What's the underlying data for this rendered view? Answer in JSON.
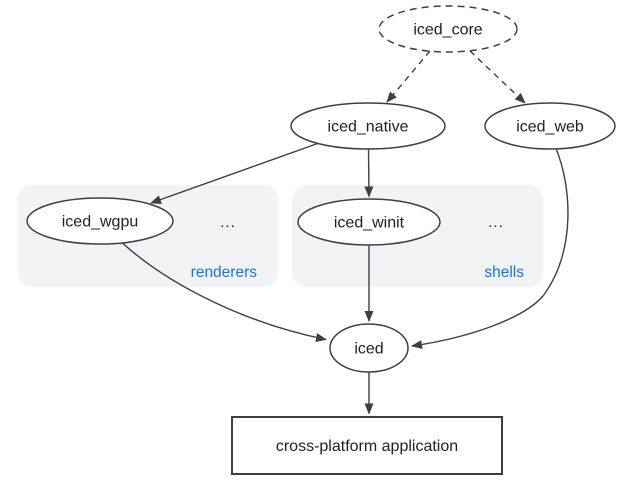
{
  "diagram": {
    "nodes": {
      "iced_core": {
        "label": "iced_core",
        "shape": "ellipse",
        "border": "dashed"
      },
      "iced_native": {
        "label": "iced_native",
        "shape": "ellipse",
        "border": "solid"
      },
      "iced_web": {
        "label": "iced_web",
        "shape": "ellipse",
        "border": "solid"
      },
      "iced_wgpu": {
        "label": "iced_wgpu",
        "shape": "ellipse",
        "border": "solid",
        "group": "renderers"
      },
      "iced_winit": {
        "label": "iced_winit",
        "shape": "ellipse",
        "border": "solid",
        "group": "shells"
      },
      "iced": {
        "label": "iced",
        "shape": "ellipse",
        "border": "solid"
      },
      "application": {
        "label": "cross-platform application",
        "shape": "rect",
        "border": "solid"
      }
    },
    "groups": {
      "renderers": {
        "label": "renderers",
        "more": "..."
      },
      "shells": {
        "label": "shells",
        "more": "..."
      }
    },
    "edges": [
      {
        "from": "iced_core",
        "to": "iced_native",
        "style": "dashed"
      },
      {
        "from": "iced_core",
        "to": "iced_web",
        "style": "dashed"
      },
      {
        "from": "iced_native",
        "to": "iced_wgpu",
        "style": "solid"
      },
      {
        "from": "iced_native",
        "to": "iced_winit",
        "style": "solid"
      },
      {
        "from": "iced_wgpu",
        "to": "iced",
        "style": "solid"
      },
      {
        "from": "iced_winit",
        "to": "iced",
        "style": "solid"
      },
      {
        "from": "iced_web",
        "to": "iced",
        "style": "solid"
      },
      {
        "from": "iced",
        "to": "application",
        "style": "solid"
      }
    ],
    "colors": {
      "background": "#ffffff",
      "node-fill": "#ffffff",
      "node-stroke": "#3c4043",
      "edge": "#3c4043",
      "text": "#202124",
      "group-fill": "#f1f3f4",
      "group-label": "#1a73e8"
    }
  }
}
